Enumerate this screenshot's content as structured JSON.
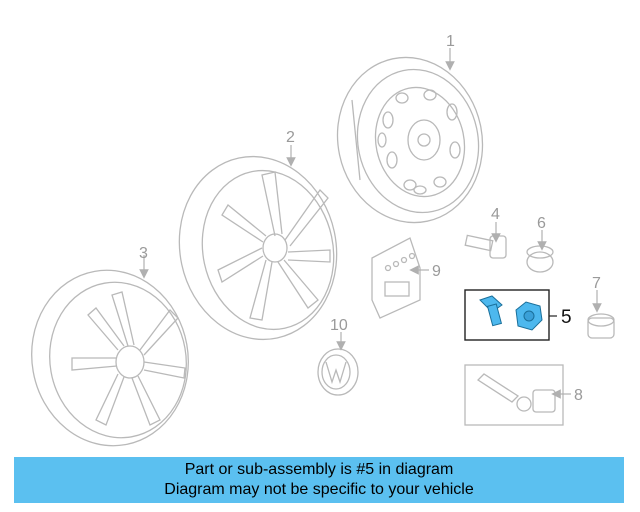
{
  "callouts": {
    "c1": "1",
    "c2": "2",
    "c3": "3",
    "c4": "4",
    "c5": "5",
    "c6": "6",
    "c7": "7",
    "c8": "8",
    "c9": "9",
    "c10": "10"
  },
  "highlight_color": "#4db8ee",
  "banner": {
    "line1": "Part or sub-assembly is #5 in diagram",
    "line2": "Diagram may not be specific to your vehicle",
    "color": "#5bc0f0"
  }
}
